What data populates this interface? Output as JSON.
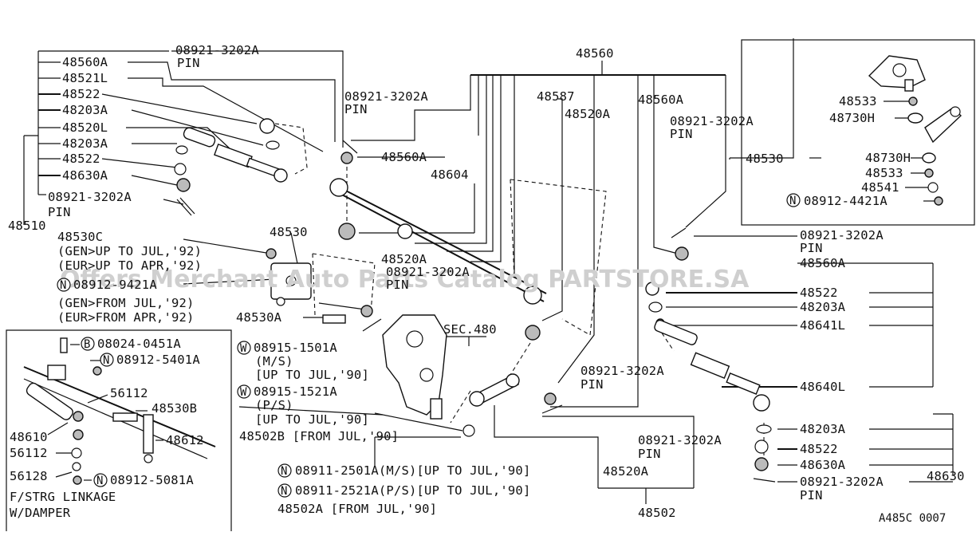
{
  "labels": {
    "p48560_top": "48560",
    "p08921_tl": "08921-3202A",
    "pin_tl": "PIN",
    "p48560A_l": "48560A",
    "p48521L": "48521L",
    "p48522_l1": "48522",
    "p48203A_l1": "48203A",
    "p48520L": "48520L",
    "p48203A_l2": "48203A",
    "p48522_l2": "48522",
    "p48630A_l": "48630A",
    "p08921_l": "08921-3202A",
    "pin_l": "PIN",
    "p48510": "48510",
    "p08921_c1": "08921-3202A",
    "pin_c1": "PIN",
    "p48560A_c": "48560A",
    "p48604": "48604",
    "p48587": "48587",
    "p48520A_c": "48520A",
    "p48560A_r": "48560A",
    "p08921_c2": "08921-3202A",
    "pin_c2": "PIN",
    "p48530_box": "48530",
    "p48533_1": "48533",
    "p48730H_1": "48730H",
    "p48730H_2": "48730H",
    "p48533_2": "48533",
    "p48541": "48541",
    "p08912_4421A": "08912-4421A",
    "p48530C": "48530C",
    "gen_jul92": "(GEN>UP TO JUL,'92)",
    "eur_apr92": "(EUR>UP TO APR,'92)",
    "p48530_m": "48530",
    "p08912_9421A": "08912-9421A",
    "gen_from_jul92": "(GEN>FROM JUL,'92)",
    "eur_from_apr92": "(EUR>FROM APR,'92)",
    "p48530A": "48530A",
    "p48520A_m": "48520A",
    "p08921_m": "08921-3202A",
    "pin_m": "PIN",
    "sec480": "SEC.480",
    "p08915_1501A": "08915-1501A",
    "ms1": "(M/S)",
    "upto_jul90_1": "[UP TO JUL,'90]",
    "p08915_1521A": "08915-1521A",
    "ps1": "(P/S)",
    "upto_jul90_2": "[UP TO JUL,'90]",
    "p48502B": "48502B [FROM JUL,'90]",
    "p08921_bc": "08921-3202A",
    "pin_bc": "PIN",
    "p08921_bc2": "08921-3202A",
    "pin_bc2": "PIN",
    "p48520A_b": "48520A",
    "p48502": "48502",
    "p08911_2501A": "08911-2501A(M/S)[UP TO JUL,'90]",
    "p08911_2521A": "08911-2521A(P/S)[UP TO JUL,'90]",
    "p48502A": "48502A [FROM JUL,'90]",
    "p08921_r1": "08921-3202A",
    "pin_r1": "PIN",
    "p48560A_r2": "48560A",
    "p48522_r1": "48522",
    "p48203A_r1": "48203A",
    "p48641L": "48641L",
    "p48640L": "48640L",
    "p48203A_r2": "48203A",
    "p48522_r2": "48522",
    "p48630A_r": "48630A",
    "p08921_r2": "08921-3202A",
    "pin_r2": "PIN",
    "p48630": "48630",
    "code": "A485C 0007",
    "p08024_0451A": "08024-0451A",
    "p08912_5401A": "08912-5401A",
    "p56112_1": "56112",
    "p48530B": "48530B",
    "p48610": "48610",
    "p48612": "48612",
    "p56112_2": "56112",
    "p56128": "56128",
    "p08912_5081A": "08912-5081A",
    "fstrg": "F/STRG LINKAGE",
    "wdamper": "W/DAMPER",
    "watermark": "Offers Merchant Auto Parts Catalog PARTSTORE.SA",
    "mark_n": "N",
    "mark_b": "B",
    "mark_w": "W"
  }
}
